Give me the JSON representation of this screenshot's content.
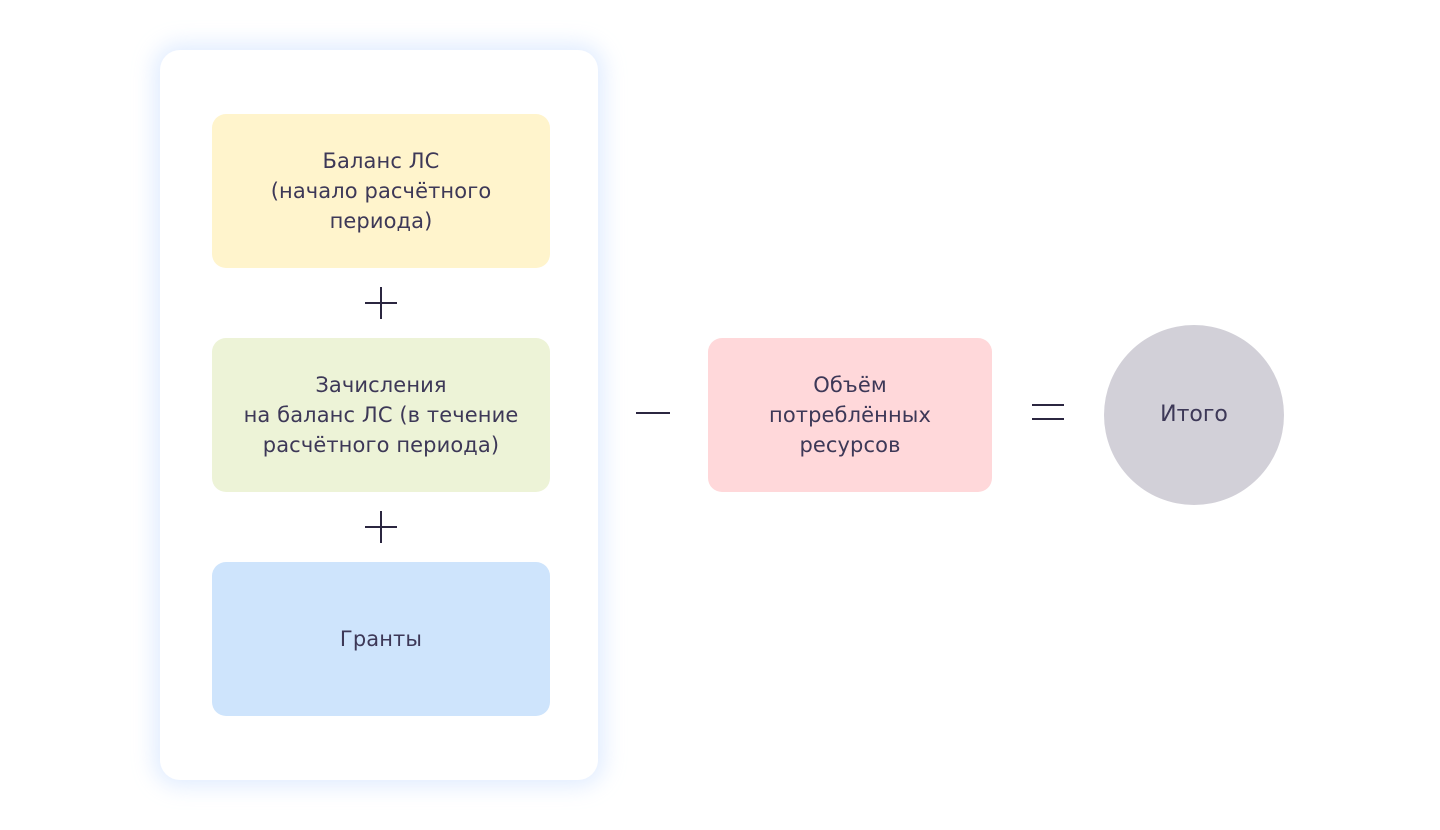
{
  "colors": {
    "balance_bg": "#fff4cc",
    "credits_bg": "#edf3d7",
    "grants_bg": "#cee4fc",
    "consumed_bg": "#ffd8da",
    "total_bg": "#d2d0d8",
    "text": "#3d3857",
    "operator": "#2b2640"
  },
  "diagram": {
    "balance": "Баланс ЛС\n(начало расчётного\nпериода)",
    "credits": "Зачисления\nна баланс ЛС (в течение\nрасчётного периода)",
    "grants": "Гранты",
    "consumed": "Объём\nпотреблённых\nресурсов",
    "total": "Итого"
  },
  "operators": [
    "plus",
    "plus",
    "minus",
    "equals"
  ]
}
